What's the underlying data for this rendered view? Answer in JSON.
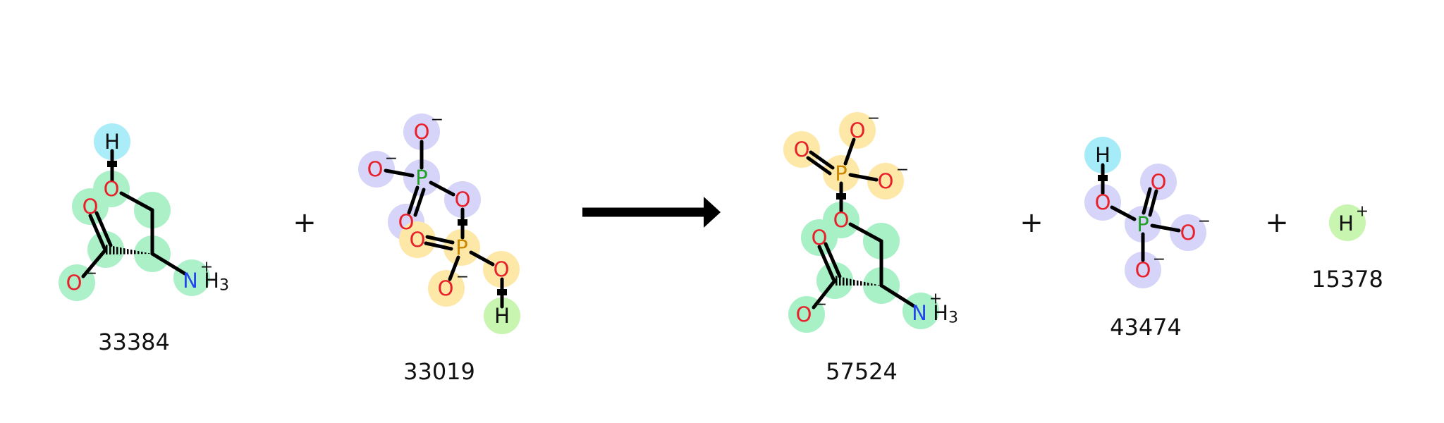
{
  "reaction": {
    "operators": {
      "plus": "+"
    },
    "colors": {
      "oxygen": "#e8202a",
      "phosphorus": "#cc8800",
      "nitrogen": "#2244ee",
      "hydrogen": "#111111",
      "halo_green": "#a8f0c6",
      "halo_cyan": "#a6ecf8",
      "halo_lavender": "#d6d4f8",
      "halo_yellow": "#fde8a8",
      "halo_lime": "#c8f5b0"
    },
    "compounds": [
      {
        "id": "33384",
        "atoms": {
          "h": "H",
          "o_hydroxyl": "O",
          "o_carbonyl": "O",
          "o_anion": "O",
          "o_anion_charge": "−",
          "n": "N",
          "n_h": "H",
          "n_sub": "3",
          "n_charge": "+"
        }
      },
      {
        "id": "33019",
        "atoms": {
          "o_top": "O",
          "o_top_charge": "−",
          "o_left": "O",
          "o_left_charge": "−",
          "p1": "P",
          "o_bridge": "O",
          "o_p1_bottom": "O",
          "o_p2_left": "O",
          "p2": "P",
          "o_p2_bottom": "O",
          "o_p2_bottom_charge": "−",
          "o_p2_right": "O",
          "h": "H"
        }
      },
      {
        "id": "57524",
        "atoms": {
          "o_p_top": "O",
          "o_p_top_charge": "−",
          "o_p_left": "O",
          "p": "P",
          "o_p_right": "O",
          "o_p_right_charge": "−",
          "o_ester": "O",
          "o_carbonyl": "O",
          "o_anion": "O",
          "o_anion_charge": "−",
          "n": "N",
          "n_h": "H",
          "n_sub": "3",
          "n_charge": "+"
        }
      },
      {
        "id": "43474",
        "atoms": {
          "h": "H",
          "o_hydroxyl": "O",
          "o_top": "O",
          "p": "P",
          "o_right": "O",
          "o_right_charge": "−",
          "o_bottom": "O",
          "o_bottom_charge": "−"
        }
      },
      {
        "id": "15378",
        "atoms": {
          "h": "H",
          "h_charge": "+"
        }
      }
    ]
  }
}
